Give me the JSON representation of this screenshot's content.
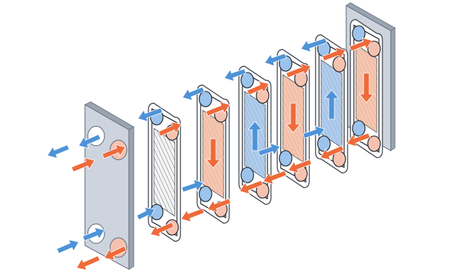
{
  "diagram": {
    "colors": {
      "background": "#ffffff",
      "frame_fill": "#cdd4de",
      "frame_edge": "#6f7785",
      "frame_side": "#9aa3b0",
      "plate_edge": "#4a4f58",
      "gasket": "#2b2f36",
      "hot_fluid": "#ef6a3a",
      "hot_fill": "#f2c0a8",
      "hot_port": "#f6c2b0",
      "cold_fluid": "#4e93d8",
      "cold_fill": "#a8c6e8",
      "cold_port": "#9cc3ec",
      "neutral_fill": "#f4f4f4"
    },
    "components": [
      {
        "name": "fixed-frame-plate",
        "kind": "frame"
      },
      {
        "name": "end-plate",
        "kind": "plate",
        "fluid": "none"
      },
      {
        "name": "plate-2",
        "kind": "plate",
        "fluid": "hot"
      },
      {
        "name": "plate-3",
        "kind": "plate",
        "fluid": "cold"
      },
      {
        "name": "plate-4",
        "kind": "plate",
        "fluid": "hot"
      },
      {
        "name": "plate-5",
        "kind": "plate",
        "fluid": "cold"
      },
      {
        "name": "plate-6",
        "kind": "plate",
        "fluid": "hot"
      },
      {
        "name": "pressure-plate",
        "kind": "frame"
      }
    ],
    "flows": [
      "hot",
      "cold"
    ]
  }
}
